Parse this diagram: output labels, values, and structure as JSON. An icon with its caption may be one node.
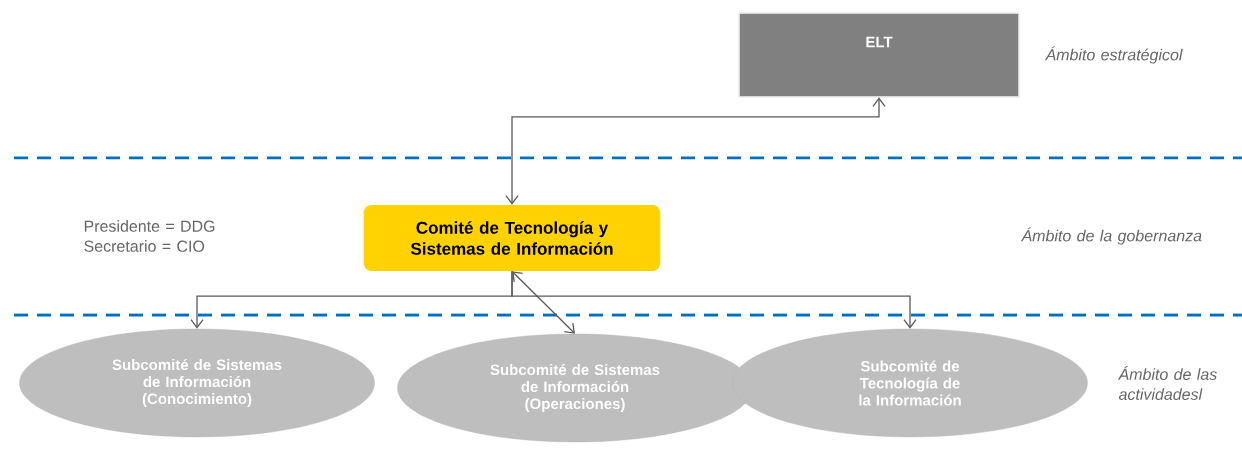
{
  "diagram": {
    "nodes": [
      {
        "text": [
          "ELT"
        ]
      },
      {
        "text": [
          "Comité de Tecnología y Sistemas de Información"
        ]
      },
      {
        "text": [
          "Subcomité de Sistemas de Información (Conocimiento)"
        ]
      },
      {
        "text": [
          "Subcomité de Sistemas de Información (Operaciones)"
        ]
      },
      {
        "text": [
          "Subcomité de Tecnología de la Información"
        ]
      }
    ],
    "edges": [
      {
        "from": 1,
        "to": 0,
        "arrow": "both"
      },
      {
        "from": 1,
        "to": 2,
        "arrow": "to"
      },
      {
        "from": 1,
        "to": 3,
        "arrow": "both"
      },
      {
        "from": 1,
        "to": 4,
        "arrow": "to"
      }
    ],
    "labels": [
      "Ámbito estratégicol",
      "Presidente = DDG Secretario = CIO",
      "Ámbito de la gobernanza",
      "Ámbito de las actividadesl"
    ]
  }
}
